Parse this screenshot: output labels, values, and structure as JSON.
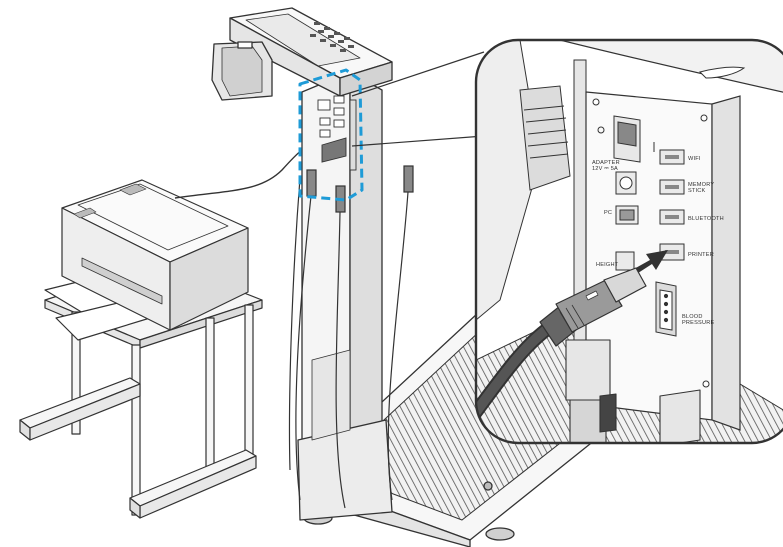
{
  "colors": {
    "line": "#333333",
    "fill_light": "#f4f4f4",
    "fill_mid": "#e2e2e2",
    "fill_dark": "#9a9a9a",
    "highlight": "#1e9bd7",
    "arrow": "#333333"
  },
  "icons": [
    "printer-icon",
    "power-switch-icon",
    "usb-plug-icon",
    "usb-cable-icon",
    "arrow-icon"
  ],
  "panel_labels": {
    "wifi": "WIFI",
    "memory_stick": "MEMORY\nSTICK",
    "adapter": "ADAPTER\n12V ⎓ 5A",
    "pc": "PC",
    "bluetooth": "BLUETOOTH",
    "printer": "PRINTER",
    "height": "HEIGHT",
    "blood_pressure": "BLOOD\nPRESSURE"
  }
}
